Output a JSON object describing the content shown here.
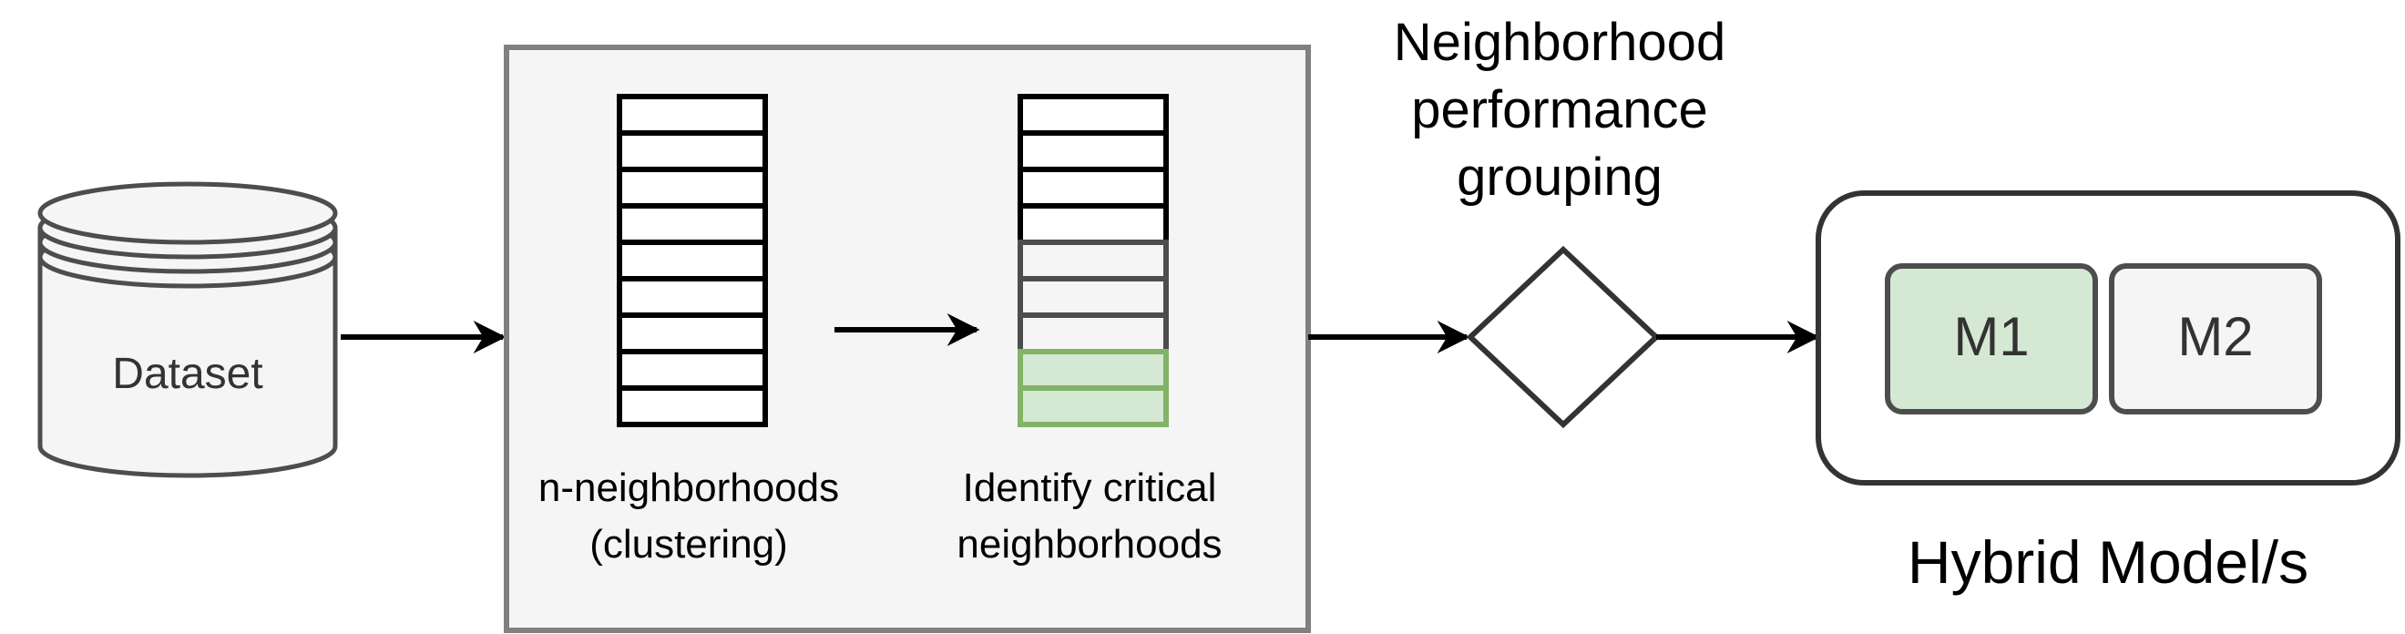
{
  "dataset": {
    "label": "Dataset"
  },
  "clustering_panel": {
    "left_caption_line1": "n-neighborhoods",
    "left_caption_line2": "(clustering)",
    "right_caption_line1": "Identify critical",
    "right_caption_line2": "neighborhoods"
  },
  "grouping": {
    "label_line1": "Neighborhood",
    "label_line2": "performance",
    "label_line3": "grouping"
  },
  "hybrid_model": {
    "title": "Hybrid Model/s",
    "models": [
      {
        "label": "M1"
      },
      {
        "label": "M2"
      }
    ]
  },
  "colors": {
    "stroke_dark": "#000000",
    "stroke_gray": "#4d4d4d",
    "panel_fill": "#f5f5f5",
    "critical_fill": "#d5e8d4",
    "critical_stroke": "#82b366",
    "model_m1_fill": "#d5e8d4",
    "model_m2_fill": "#f5f5f5",
    "text_dark": "#333333",
    "text_black": "#000000"
  }
}
